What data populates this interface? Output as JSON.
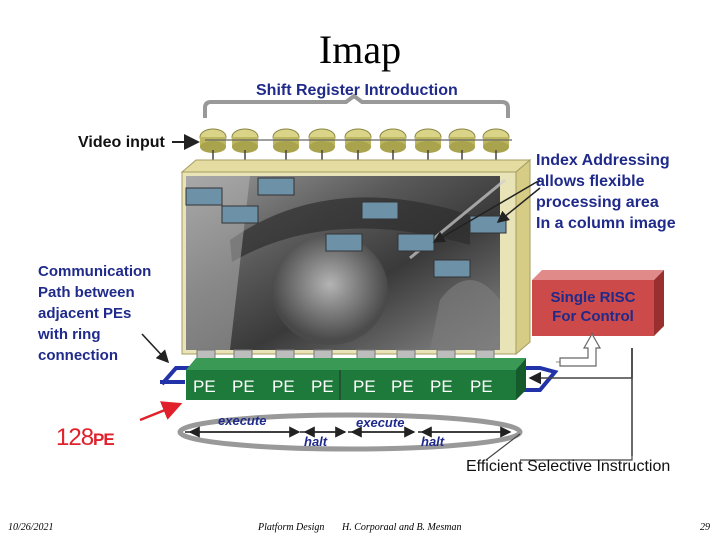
{
  "slide": {
    "title": "Imap"
  },
  "diagram": {
    "shift_register": "Shift Register Introduction",
    "video_input": "Video input",
    "index_addressing": [
      "Index Addressing",
      "allows flexible",
      "processing area",
      "In a column image"
    ],
    "communication_path": [
      "Communication",
      "Path between",
      "adjacent PEs",
      "with ring",
      "connection"
    ],
    "risc": [
      "Single RISC",
      "For Control"
    ],
    "pe_label": "PE",
    "pe_count": "128",
    "execute": "execute",
    "halt": "halt",
    "efficient": "Efficient Selective Instruction"
  },
  "colors": {
    "label_blue": "#1f2a8a",
    "pe_green": "#1e7a3a",
    "risc_red": "#cc4a4a",
    "ring_blue": "#2233aa",
    "arrow_red": "#e0202a"
  },
  "footer": {
    "date": "10/26/2021",
    "topic": "Platform Design",
    "authors": "H. Corporaal and B. Mesman",
    "page": "29"
  }
}
